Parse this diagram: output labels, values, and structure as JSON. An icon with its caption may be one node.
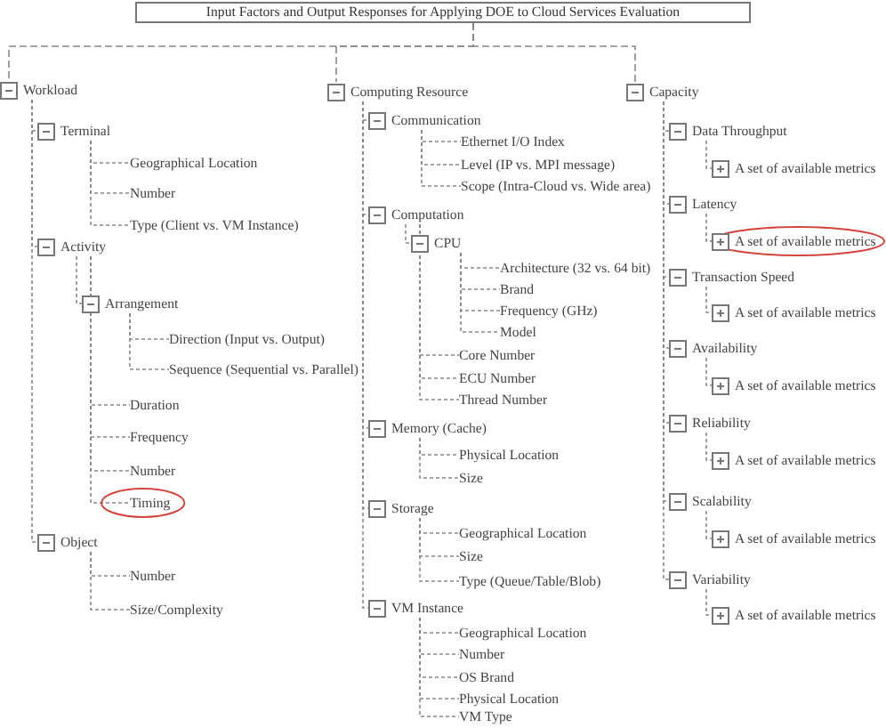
{
  "diagram": {
    "nodes": [
      {
        "text": [
          "Input Factors and Output Responses for Applying DOE to Cloud Services Evaluation"
        ]
      },
      {
        "text": [
          "Workload"
        ]
      },
      {
        "text": [
          "Terminal"
        ]
      },
      {
        "text": [
          "Geographical Location"
        ]
      },
      {
        "text": [
          "Number"
        ]
      },
      {
        "text": [
          "Type (Client vs. VM Instance)"
        ]
      },
      {
        "text": [
          "Activity"
        ]
      },
      {
        "text": [
          "Arrangement"
        ]
      },
      {
        "text": [
          "Direction (Input vs. Output)"
        ]
      },
      {
        "text": [
          "Sequence (Sequential vs. Parallel)"
        ]
      },
      {
        "text": [
          "Duration"
        ]
      },
      {
        "text": [
          "Frequency"
        ]
      },
      {
        "text": [
          "Number"
        ]
      },
      {
        "text": [
          "Timing"
        ]
      },
      {
        "text": [
          "Object"
        ]
      },
      {
        "text": [
          "Number"
        ]
      },
      {
        "text": [
          "Size/Complexity"
        ]
      },
      {
        "text": [
          "Computing Resource"
        ]
      },
      {
        "text": [
          "Communication"
        ]
      },
      {
        "text": [
          "Ethernet I/O Index"
        ]
      },
      {
        "text": [
          "Level (IP vs. MPI message)"
        ]
      },
      {
        "text": [
          "Scope (Intra-Cloud vs. Wide area)"
        ]
      },
      {
        "text": [
          "Computation"
        ]
      },
      {
        "text": [
          "CPU"
        ]
      },
      {
        "text": [
          "Architecture (32 vs. 64 bit)"
        ]
      },
      {
        "text": [
          "Brand"
        ]
      },
      {
        "text": [
          "Frequency (GHz)"
        ]
      },
      {
        "text": [
          "Model"
        ]
      },
      {
        "text": [
          "Core Number"
        ]
      },
      {
        "text": [
          "ECU Number"
        ]
      },
      {
        "text": [
          "Thread Number"
        ]
      },
      {
        "text": [
          "Memory (Cache)"
        ]
      },
      {
        "text": [
          "Physical Location"
        ]
      },
      {
        "text": [
          "Size"
        ]
      },
      {
        "text": [
          "Storage"
        ]
      },
      {
        "text": [
          "Geographical Location"
        ]
      },
      {
        "text": [
          "Size"
        ]
      },
      {
        "text": [
          "Type (Queue/Table/Blob)"
        ]
      },
      {
        "text": [
          "VM Instance"
        ]
      },
      {
        "text": [
          "Geographical Location"
        ]
      },
      {
        "text": [
          "Number"
        ]
      },
      {
        "text": [
          "OS Brand"
        ]
      },
      {
        "text": [
          "Physical Location"
        ]
      },
      {
        "text": [
          "VM Type"
        ]
      },
      {
        "text": [
          "Capacity"
        ]
      },
      {
        "text": [
          "Data Throughput"
        ]
      },
      {
        "text": [
          "A set of available metrics"
        ]
      },
      {
        "text": [
          "Latency"
        ]
      },
      {
        "text": [
          "A set of available metrics"
        ]
      },
      {
        "text": [
          "Transaction Speed"
        ]
      },
      {
        "text": [
          "A set of available metrics"
        ]
      },
      {
        "text": [
          "Availability"
        ]
      },
      {
        "text": [
          "A set of available metrics"
        ]
      },
      {
        "text": [
          "Reliability"
        ]
      },
      {
        "text": [
          "A set of available metrics"
        ]
      },
      {
        "text": [
          "Scalability"
        ]
      },
      {
        "text": [
          "A set of available metrics"
        ]
      },
      {
        "text": [
          "Variability"
        ]
      },
      {
        "text": [
          "A set of available metrics"
        ]
      }
    ],
    "edges": [
      {
        "from": 0,
        "to": 1,
        "arrow": "none",
        "style": "dashed"
      },
      {
        "from": 0,
        "to": 17,
        "arrow": "none",
        "style": "dashed"
      },
      {
        "from": 0,
        "to": 44,
        "arrow": "none",
        "style": "dashed"
      },
      {
        "from": 1,
        "to": 2,
        "arrow": "none",
        "style": "dashed"
      },
      {
        "from": 2,
        "to": 3,
        "arrow": "none",
        "style": "dashed"
      },
      {
        "from": 2,
        "to": 4,
        "arrow": "none",
        "style": "dashed"
      },
      {
        "from": 2,
        "to": 5,
        "arrow": "none",
        "style": "dashed"
      },
      {
        "from": 1,
        "to": 6,
        "arrow": "none",
        "style": "dashed"
      },
      {
        "from": 6,
        "to": 7,
        "arrow": "none",
        "style": "dashed"
      },
      {
        "from": 7,
        "to": 8,
        "arrow": "none",
        "style": "dashed"
      },
      {
        "from": 7,
        "to": 9,
        "arrow": "none",
        "style": "dashed"
      },
      {
        "from": 6,
        "to": 10,
        "arrow": "none",
        "style": "dashed"
      },
      {
        "from": 6,
        "to": 11,
        "arrow": "none",
        "style": "dashed"
      },
      {
        "from": 6,
        "to": 12,
        "arrow": "none",
        "style": "dashed"
      },
      {
        "from": 6,
        "to": 13,
        "arrow": "none",
        "style": "dashed"
      },
      {
        "from": 1,
        "to": 14,
        "arrow": "none",
        "style": "dashed"
      },
      {
        "from": 14,
        "to": 15,
        "arrow": "none",
        "style": "dashed"
      },
      {
        "from": 14,
        "to": 16,
        "arrow": "none",
        "style": "dashed"
      },
      {
        "from": 17,
        "to": 18,
        "arrow": "none",
        "style": "dashed"
      },
      {
        "from": 18,
        "to": 19,
        "arrow": "none",
        "style": "dashed"
      },
      {
        "from": 18,
        "to": 20,
        "arrow": "none",
        "style": "dashed"
      },
      {
        "from": 18,
        "to": 21,
        "arrow": "none",
        "style": "dashed"
      },
      {
        "from": 17,
        "to": 22,
        "arrow": "none",
        "style": "dashed"
      },
      {
        "from": 22,
        "to": 23,
        "arrow": "none",
        "style": "dashed"
      },
      {
        "from": 23,
        "to": 24,
        "arrow": "none",
        "style": "dashed"
      },
      {
        "from": 23,
        "to": 25,
        "arrow": "none",
        "style": "dashed"
      },
      {
        "from": 23,
        "to": 26,
        "arrow": "none",
        "style": "dashed"
      },
      {
        "from": 23,
        "to": 27,
        "arrow": "none",
        "style": "dashed"
      },
      {
        "from": 22,
        "to": 28,
        "arrow": "none",
        "style": "dashed"
      },
      {
        "from": 22,
        "to": 29,
        "arrow": "none",
        "style": "dashed"
      },
      {
        "from": 22,
        "to": 30,
        "arrow": "none",
        "style": "dashed"
      },
      {
        "from": 17,
        "to": 31,
        "arrow": "none",
        "style": "dashed"
      },
      {
        "from": 31,
        "to": 32,
        "arrow": "none",
        "style": "dashed"
      },
      {
        "from": 31,
        "to": 33,
        "arrow": "none",
        "style": "dashed"
      },
      {
        "from": 17,
        "to": 34,
        "arrow": "none",
        "style": "dashed"
      },
      {
        "from": 34,
        "to": 35,
        "arrow": "none",
        "style": "dashed"
      },
      {
        "from": 34,
        "to": 36,
        "arrow": "none",
        "style": "dashed"
      },
      {
        "from": 34,
        "to": 37,
        "arrow": "none",
        "style": "dashed"
      },
      {
        "from": 17,
        "to": 38,
        "arrow": "none",
        "style": "dashed"
      },
      {
        "from": 38,
        "to": 39,
        "arrow": "none",
        "style": "dashed"
      },
      {
        "from": 38,
        "to": 40,
        "arrow": "none",
        "style": "dashed"
      },
      {
        "from": 38,
        "to": 41,
        "arrow": "none",
        "style": "dashed"
      },
      {
        "from": 38,
        "to": 42,
        "arrow": "none",
        "style": "dashed"
      },
      {
        "from": 38,
        "to": 43,
        "arrow": "none",
        "style": "dashed"
      },
      {
        "from": 44,
        "to": 45,
        "arrow": "none",
        "style": "dashed"
      },
      {
        "from": 45,
        "to": 46,
        "arrow": "none",
        "style": "dashed"
      },
      {
        "from": 44,
        "to": 47,
        "arrow": "none",
        "style": "dashed"
      },
      {
        "from": 47,
        "to": 48,
        "arrow": "none",
        "style": "dashed"
      },
      {
        "from": 44,
        "to": 49,
        "arrow": "none",
        "style": "dashed"
      },
      {
        "from": 49,
        "to": 50,
        "arrow": "none",
        "style": "dashed"
      },
      {
        "from": 44,
        "to": 51,
        "arrow": "none",
        "style": "dashed"
      },
      {
        "from": 51,
        "to": 52,
        "arrow": "none",
        "style": "dashed"
      },
      {
        "from": 44,
        "to": 53,
        "arrow": "none",
        "style": "dashed"
      },
      {
        "from": 53,
        "to": 54,
        "arrow": "none",
        "style": "dashed"
      },
      {
        "from": 44,
        "to": 55,
        "arrow": "none",
        "style": "dashed"
      },
      {
        "from": 55,
        "to": 56,
        "arrow": "none",
        "style": "dashed"
      },
      {
        "from": 44,
        "to": 57,
        "arrow": "none",
        "style": "dashed"
      },
      {
        "from": 57,
        "to": 58,
        "arrow": "none",
        "style": "dashed"
      }
    ]
  }
}
